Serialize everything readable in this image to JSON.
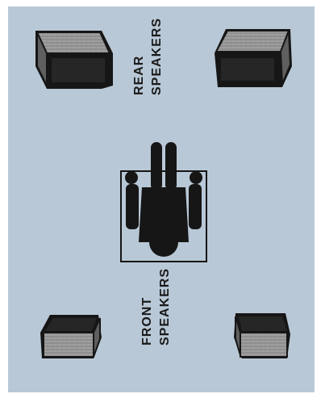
{
  "diagram": {
    "labels": {
      "rear_line1": "REAR",
      "rear_line2": "SPEAKERS",
      "front_line1": "FRONT",
      "front_line2": "SPEAKERS"
    },
    "colors": {
      "background": "#b9c8d6",
      "ink": "#161616",
      "speaker_face": "#8c8c8c",
      "speaker_top": "#b3b3b3",
      "frame": "#ffffff"
    }
  }
}
